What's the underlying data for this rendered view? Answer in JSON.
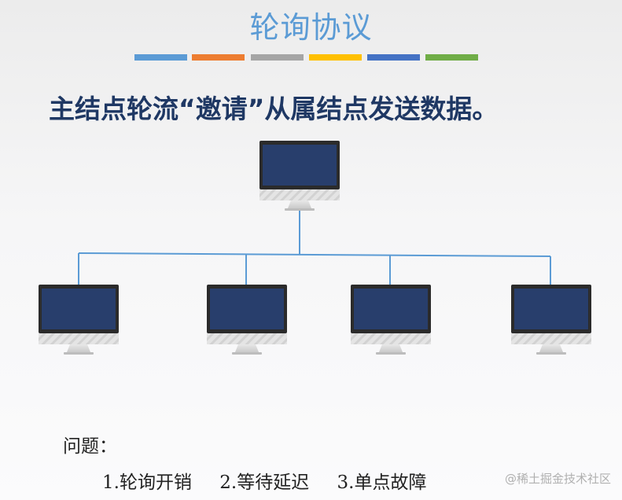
{
  "title": "轮询协议",
  "accent_bars": [
    "#5b9bd5",
    "#ed7d31",
    "#a5a5a5",
    "#ffc000",
    "#4472c4",
    "#70ad47"
  ],
  "subtitle": "主结点轮流“邀请”从属结点发送数据。",
  "diagram": {
    "master": {
      "icon": "monitor-icon"
    },
    "slaves": [
      {
        "icon": "monitor-icon"
      },
      {
        "icon": "monitor-icon"
      },
      {
        "icon": "monitor-icon"
      },
      {
        "icon": "monitor-icon"
      }
    ],
    "colors": {
      "screen": "#283e6c",
      "bezel": "#2b2b2b",
      "link": "#5b9bd5"
    }
  },
  "question_label": "问题：",
  "issues": [
    "1.轮询开销",
    "2.等待延迟",
    "3.单点故障"
  ],
  "watermark": "@稀土掘金技术社区"
}
